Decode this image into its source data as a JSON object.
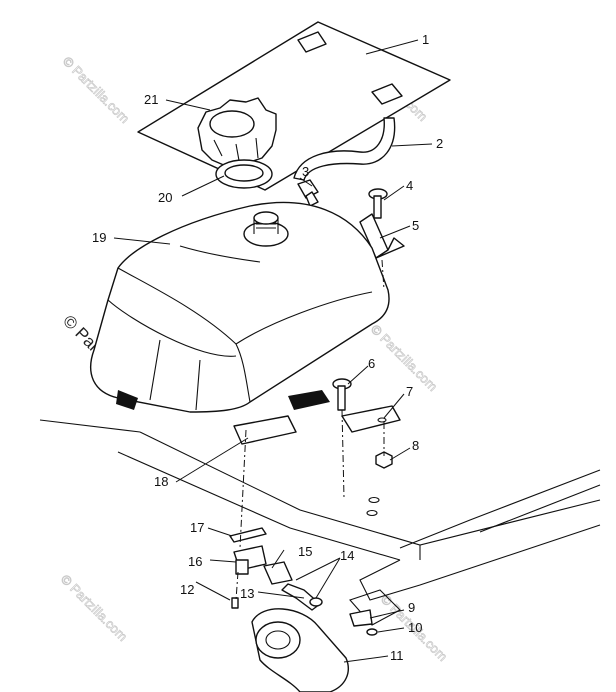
{
  "watermark": {
    "text": "© Partzilla.com",
    "color": "#c9c9c9"
  },
  "callouts": [
    {
      "number": "1"
    },
    {
      "number": "2"
    },
    {
      "number": "3"
    },
    {
      "number": "4"
    },
    {
      "number": "5"
    },
    {
      "number": "6"
    },
    {
      "number": "7"
    },
    {
      "number": "8"
    },
    {
      "number": "9"
    },
    {
      "number": "10"
    },
    {
      "number": "11"
    },
    {
      "number": "12"
    },
    {
      "number": "13"
    },
    {
      "number": "14"
    },
    {
      "number": "15"
    },
    {
      "number": "16"
    },
    {
      "number": "17"
    },
    {
      "number": "18"
    },
    {
      "number": "19"
    },
    {
      "number": "20"
    },
    {
      "number": "21"
    }
  ]
}
